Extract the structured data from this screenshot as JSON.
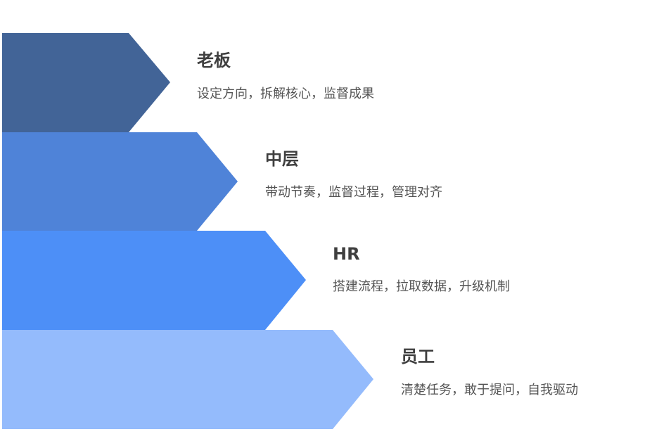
{
  "levels": [
    {
      "title": "老板",
      "desc": "设定方向，拆解核心，监督成果",
      "color": "#426497"
    },
    {
      "title": "中层",
      "desc": "带动节奏，监督过程，管理对齐",
      "color": "#4F83D8"
    },
    {
      "title": "HR",
      "desc": "搭建流程，拉取数据，升级机制",
      "color": "#4D8FF7"
    },
    {
      "title": "员工",
      "desc": "清楚任务，敢于提问，自我驱动",
      "color": "#94BBFC"
    }
  ]
}
